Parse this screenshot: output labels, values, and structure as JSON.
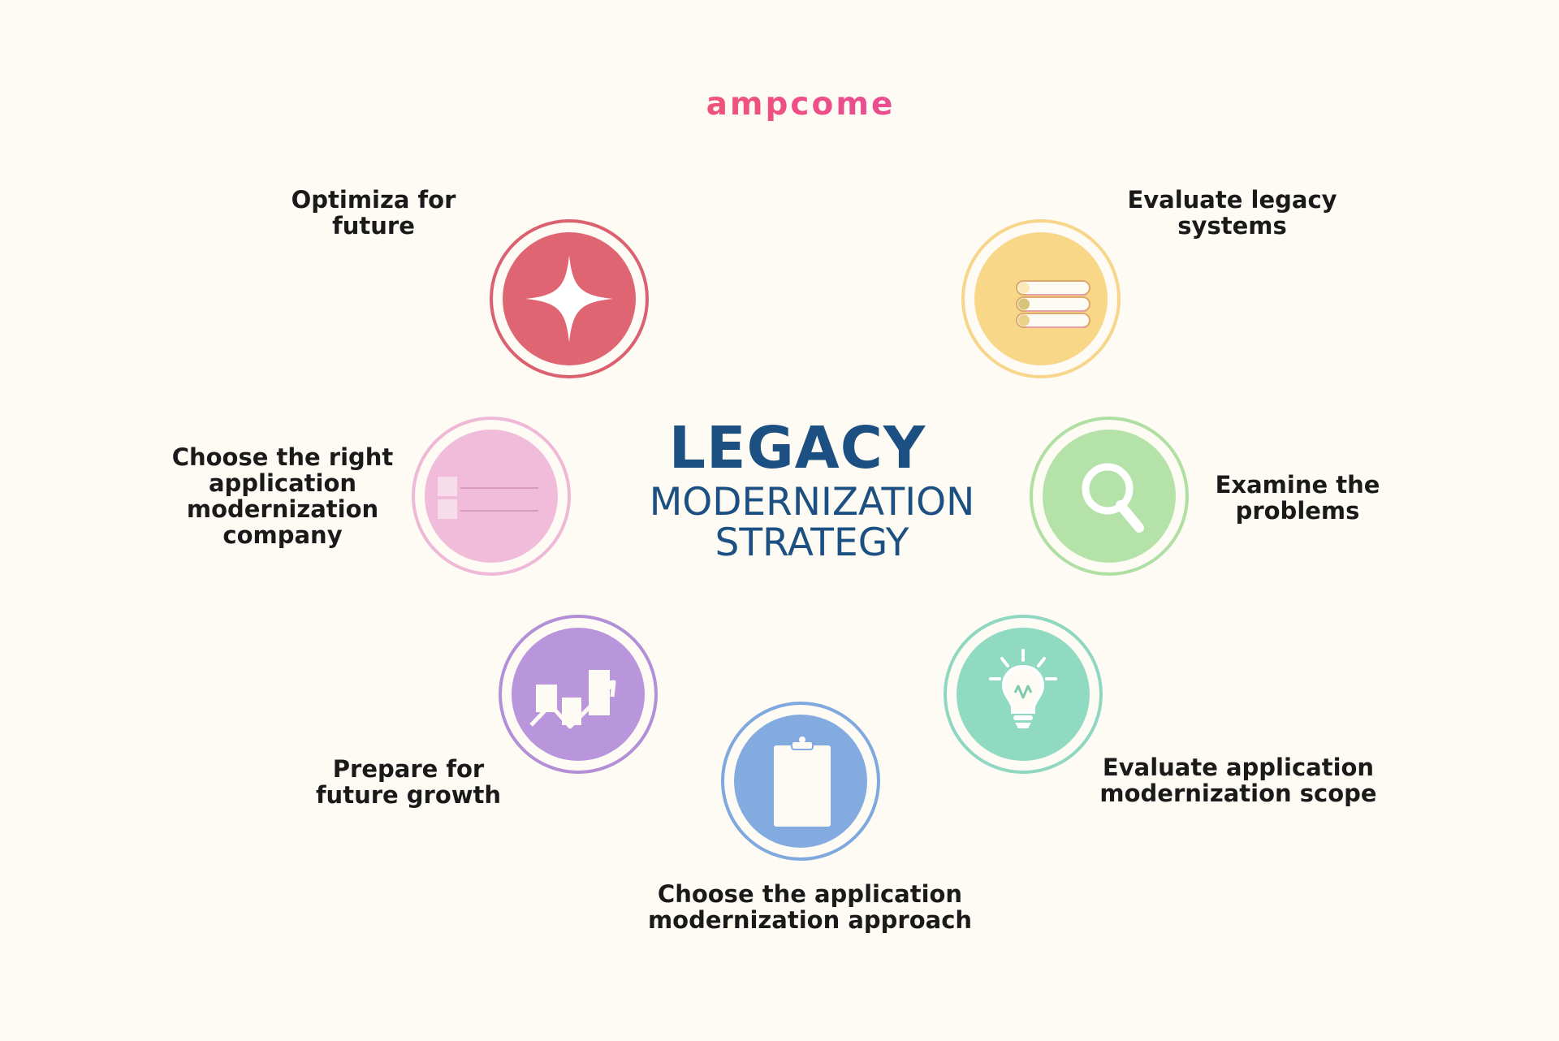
{
  "logo": "ampcome",
  "title": {
    "main": "LEGACY",
    "line2": "MODERNIZATION",
    "line3": "STRATEGY"
  },
  "steps": [
    {
      "label": "Evaluate legacy\nsystems",
      "icon": "list-icon",
      "color": "#f8d788"
    },
    {
      "label": "Examine the\nproblems",
      "icon": "magnifier-icon",
      "color": "#b5e2a8"
    },
    {
      "label": "Evaluate application\nmodernization scope",
      "icon": "lightbulb-icon",
      "color": "#91dac2"
    },
    {
      "label": "Choose the application\nmodernization approach",
      "icon": "clipboard-icon",
      "color": "#83abe0"
    },
    {
      "label": "Prepare for\nfuture growth",
      "icon": "growth-chart-icon",
      "color": "#b995dc"
    },
    {
      "label": "Choose the right\napplication\nmodernization\ncompany",
      "icon": "checklist-icon",
      "color": "#f1bcd9"
    },
    {
      "label": "Optimiza for\nfuture",
      "icon": "sparkle-icon",
      "color": "#e06572"
    }
  ]
}
